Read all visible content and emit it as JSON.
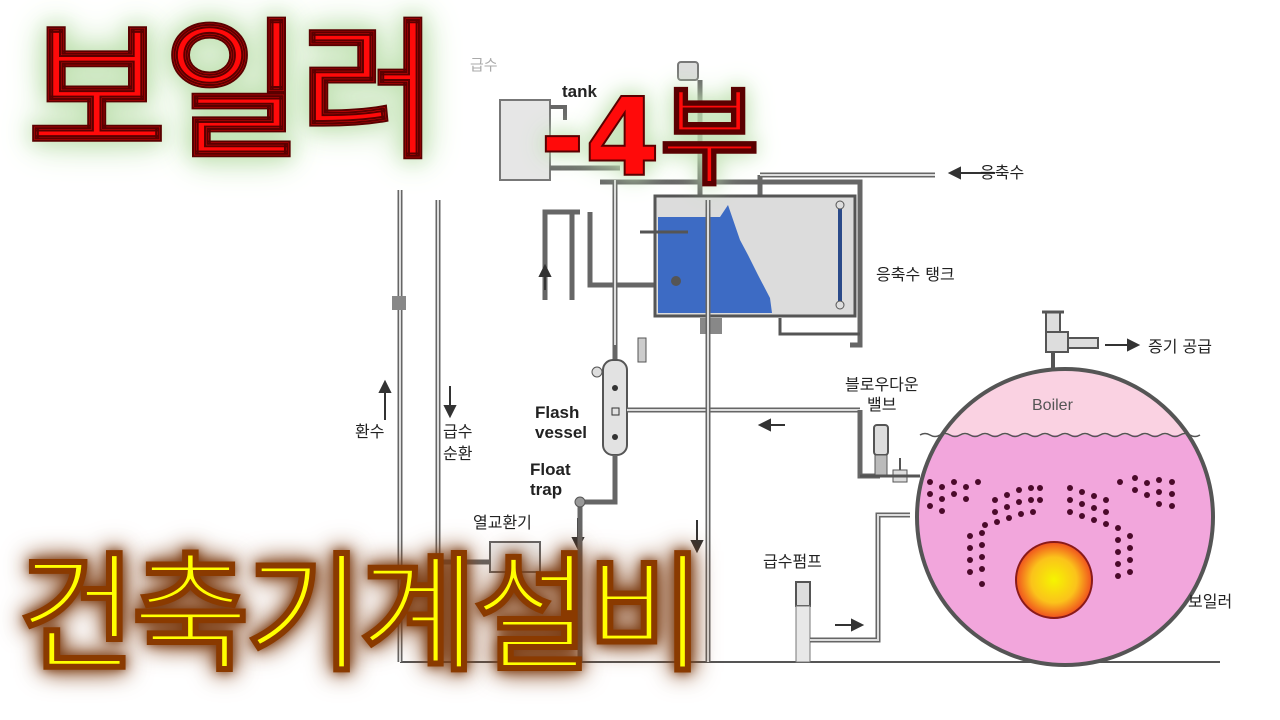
{
  "title": {
    "main": "보일러",
    "part": "-4부",
    "subtitle": "건축기계설비"
  },
  "labels": {
    "top_partial_korean": "급수",
    "tank": "tank",
    "condensate": "응축수",
    "condensate_tank": "응축수 탱크",
    "steam_supply": "증기 공급",
    "blowdown_valve_line1": "블로우다운",
    "blowdown_valve_line2": "밸브",
    "boiler_en": "Boiler",
    "boiler_ko": "보일러",
    "return_water": "환수",
    "feed_circulation_line1": "급수",
    "feed_circulation_line2": "순환",
    "flash_vessel_line1": "Flash",
    "flash_vessel_line2": "vessel",
    "float_trap_line1": "Float",
    "float_trap_line2": "trap",
    "heat_exchanger": "열교환기",
    "feed_pump": "급수펌프"
  },
  "colors": {
    "title_red": "#ff0a0a",
    "title_glow": "#c4e3b6",
    "subtitle_yellow": "#ffff00",
    "subtitle_glow": "#7a3a10",
    "water_blue": "#3d6bc4",
    "tank_gray": "#dcdcdc",
    "boiler_pink": "#f2a6dc",
    "boiler_steam_pink": "#fad2e2",
    "pipe": "#555555",
    "fire_core": "#f5f000",
    "fire_edge": "#f05a1e"
  }
}
